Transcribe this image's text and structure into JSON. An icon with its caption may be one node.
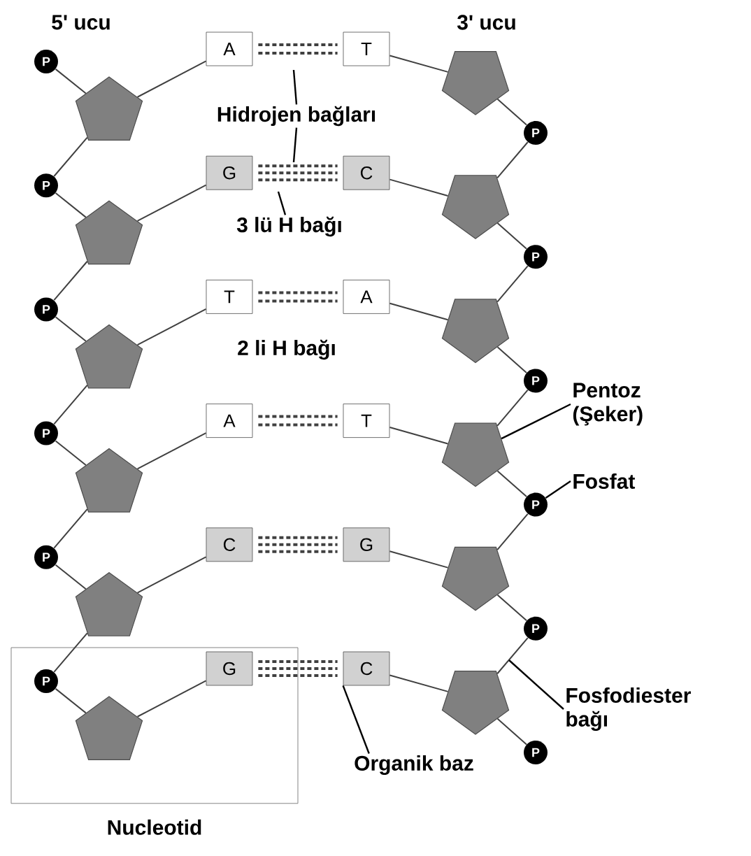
{
  "diagram": {
    "nodes": [
      {
        "text": [
          "P"
        ]
      },
      {
        "text": [],
        "shape": "pentagon"
      },
      {
        "text": [
          "A"
        ]
      },
      {
        "text": [
          "T"
        ]
      },
      {
        "text": [],
        "shape": "pentagon"
      },
      {
        "text": [
          "P"
        ]
      },
      {
        "text": [
          "P"
        ]
      },
      {
        "text": [],
        "shape": "pentagon"
      },
      {
        "text": [
          "G"
        ]
      },
      {
        "text": [
          "C"
        ]
      },
      {
        "text": [],
        "shape": "pentagon"
      },
      {
        "text": [
          "P"
        ]
      },
      {
        "text": [
          "P"
        ]
      },
      {
        "text": [],
        "shape": "pentagon"
      },
      {
        "text": [
          "T"
        ]
      },
      {
        "text": [
          "A"
        ]
      },
      {
        "text": [],
        "shape": "pentagon"
      },
      {
        "text": [
          "P"
        ]
      },
      {
        "text": [
          "P"
        ]
      },
      {
        "text": [],
        "shape": "pentagon"
      },
      {
        "text": [
          "A"
        ]
      },
      {
        "text": [
          "T"
        ]
      },
      {
        "text": [],
        "shape": "pentagon"
      },
      {
        "text": [
          "P"
        ]
      },
      {
        "text": [
          "P"
        ]
      },
      {
        "text": [],
        "shape": "pentagon"
      },
      {
        "text": [
          "C"
        ]
      },
      {
        "text": [
          "G"
        ]
      },
      {
        "text": [],
        "shape": "pentagon"
      },
      {
        "text": [
          "P"
        ]
      },
      {
        "text": [
          "Nucleotid"
        ]
      },
      {
        "text": [
          "P"
        ],
        "in": 30
      },
      {
        "text": [],
        "shape": "pentagon",
        "in": 30
      },
      {
        "text": [
          "G"
        ],
        "in": 30
      },
      {
        "text": [
          "C"
        ]
      },
      {
        "text": [],
        "shape": "pentagon"
      },
      {
        "text": [
          "P"
        ]
      },
      {
        "text": [
          "Hidrojen bağları"
        ]
      },
      {
        "text": [
          "3 lü H bağı"
        ]
      },
      {
        "text": [
          "Pentoz (Şeker)"
        ]
      },
      {
        "text": [
          "Fosfat"
        ]
      },
      {
        "text": [
          "Fosfodiester bağı"
        ]
      },
      {
        "text": [
          "Organik baz"
        ]
      }
    ],
    "edges": [
      {
        "from": 0,
        "to": 1,
        "arrow": "none"
      },
      {
        "from": 1,
        "to": 2,
        "arrow": "none"
      },
      {
        "from": 2,
        "to": 3,
        "arrow": "none",
        "style": "dashed"
      },
      {
        "from": 3,
        "to": 4,
        "arrow": "none"
      },
      {
        "from": 4,
        "to": 5,
        "arrow": "none"
      },
      {
        "from": 1,
        "to": 6,
        "arrow": "none"
      },
      {
        "from": 5,
        "to": 10,
        "arrow": "none"
      },
      {
        "from": 6,
        "to": 7,
        "arrow": "none"
      },
      {
        "from": 7,
        "to": 8,
        "arrow": "none"
      },
      {
        "from": 8,
        "to": 9,
        "arrow": "none",
        "style": "dashed"
      },
      {
        "from": 9,
        "to": 10,
        "arrow": "none"
      },
      {
        "from": 10,
        "to": 11,
        "arrow": "none"
      },
      {
        "from": 7,
        "to": 12,
        "arrow": "none"
      },
      {
        "from": 11,
        "to": 16,
        "arrow": "none"
      },
      {
        "from": 12,
        "to": 13,
        "arrow": "none"
      },
      {
        "from": 13,
        "to": 14,
        "arrow": "none"
      },
      {
        "from": 14,
        "to": 15,
        "arrow": "none",
        "style": "dashed"
      },
      {
        "from": 15,
        "to": 16,
        "arrow": "none"
      },
      {
        "from": 16,
        "to": 17,
        "arrow": "none"
      },
      {
        "from": 13,
        "to": 18,
        "arrow": "none"
      },
      {
        "from": 17,
        "to": 22,
        "arrow": "none"
      },
      {
        "from": 18,
        "to": 19,
        "arrow": "none"
      },
      {
        "from": 19,
        "to": 20,
        "arrow": "none"
      },
      {
        "from": 20,
        "to": 21,
        "arrow": "none",
        "style": "dashed"
      },
      {
        "from": 21,
        "to": 22,
        "arrow": "none"
      },
      {
        "from": 22,
        "to": 23,
        "arrow": "none"
      },
      {
        "from": 19,
        "to": 24,
        "arrow": "none"
      },
      {
        "from": 23,
        "to": 28,
        "arrow": "none"
      },
      {
        "from": 24,
        "to": 25,
        "arrow": "none"
      },
      {
        "from": 25,
        "to": 26,
        "arrow": "none"
      },
      {
        "from": 26,
        "to": 27,
        "arrow": "none",
        "style": "dashed"
      },
      {
        "from": 27,
        "to": 28,
        "arrow": "none"
      },
      {
        "from": 28,
        "to": 29,
        "arrow": "none"
      },
      {
        "from": 25,
        "to": 31,
        "arrow": "none"
      },
      {
        "from": 29,
        "to": 35,
        "arrow": "none"
      },
      {
        "from": 31,
        "to": 32,
        "arrow": "none"
      },
      {
        "from": 32,
        "to": 33,
        "arrow": "none"
      },
      {
        "from": 33,
        "to": 34,
        "arrow": "none",
        "style": "dashed"
      },
      {
        "from": 34,
        "to": 35,
        "arrow": "none"
      },
      {
        "from": 35,
        "to": 36,
        "arrow": "none"
      },
      {
        "from": 37,
        "to": null,
        "arrow": "none"
      },
      {
        "from": 37,
        "to": null,
        "arrow": "none"
      },
      {
        "from": 38,
        "to": null,
        "arrow": "none"
      },
      {
        "from": 39,
        "to": 22,
        "arrow": "none"
      },
      {
        "from": 40,
        "to": 23,
        "arrow": "none"
      },
      {
        "from": 41,
        "to": null,
        "arrow": "none"
      },
      {
        "from": 42,
        "to": 34,
        "arrow": "none"
      }
    ],
    "labels": [
      "5' ucu",
      "3' ucu",
      "2 li H bağı"
    ]
  }
}
